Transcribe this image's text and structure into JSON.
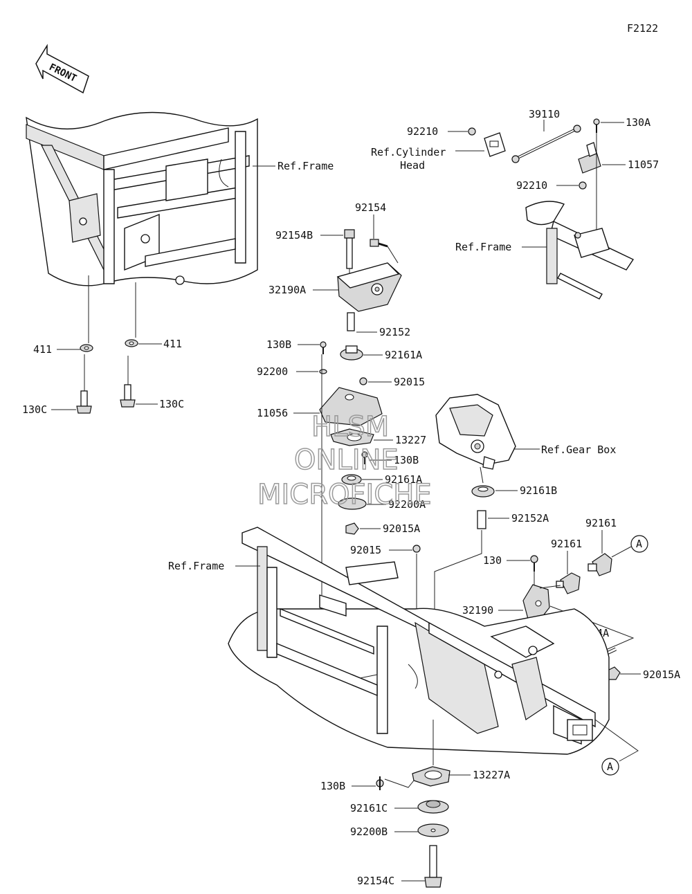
{
  "figure_id": "F2122",
  "front_arrow_text": "FRONT",
  "watermark": [
    "HLSM",
    "ONLINE",
    "MICROFICHE"
  ],
  "refs": {
    "frame_upper_left": "Ref.Frame",
    "cylinder_head_line1": "Ref.Cylinder",
    "cylinder_head_line2": "Head",
    "frame_upper_right": "Ref.Frame",
    "gear_box": "Ref.Gear Box",
    "frame_lower": "Ref.Frame"
  },
  "callouts": {
    "c39110": "39110",
    "c130A": "130A",
    "c92210_top": "92210",
    "c11057": "11057",
    "c92210_bottom": "92210",
    "c92154": "92154",
    "c92154B": "92154B",
    "c32190A": "32190A",
    "c92152": "92152",
    "c130B_top": "130B",
    "c92161A_top": "92161A",
    "c92200": "92200",
    "c92015_top": "92015",
    "c11056": "11056",
    "c13227": "13227",
    "c130B_mid": "130B",
    "c92161A_mid": "92161A",
    "c92200A": "92200A",
    "c92015A_left": "92015A",
    "c92015_mid": "92015",
    "c411_left": "411",
    "c411_right": "411",
    "c130C_left": "130C",
    "c130C_right": "130C",
    "c92161B": "92161B",
    "c92152A": "92152A",
    "c92161_right": "92161",
    "c92161_left": "92161",
    "c130": "130",
    "c32190": "32190",
    "c92154A": "92154A",
    "c92015A_right": "92015A",
    "c13227A": "13227A",
    "c130B_bottom": "130B",
    "c92161C": "92161C",
    "c92200B": "92200B",
    "c92154C": "92154C",
    "marker_A_top": "A",
    "marker_A_bottom": "A"
  }
}
